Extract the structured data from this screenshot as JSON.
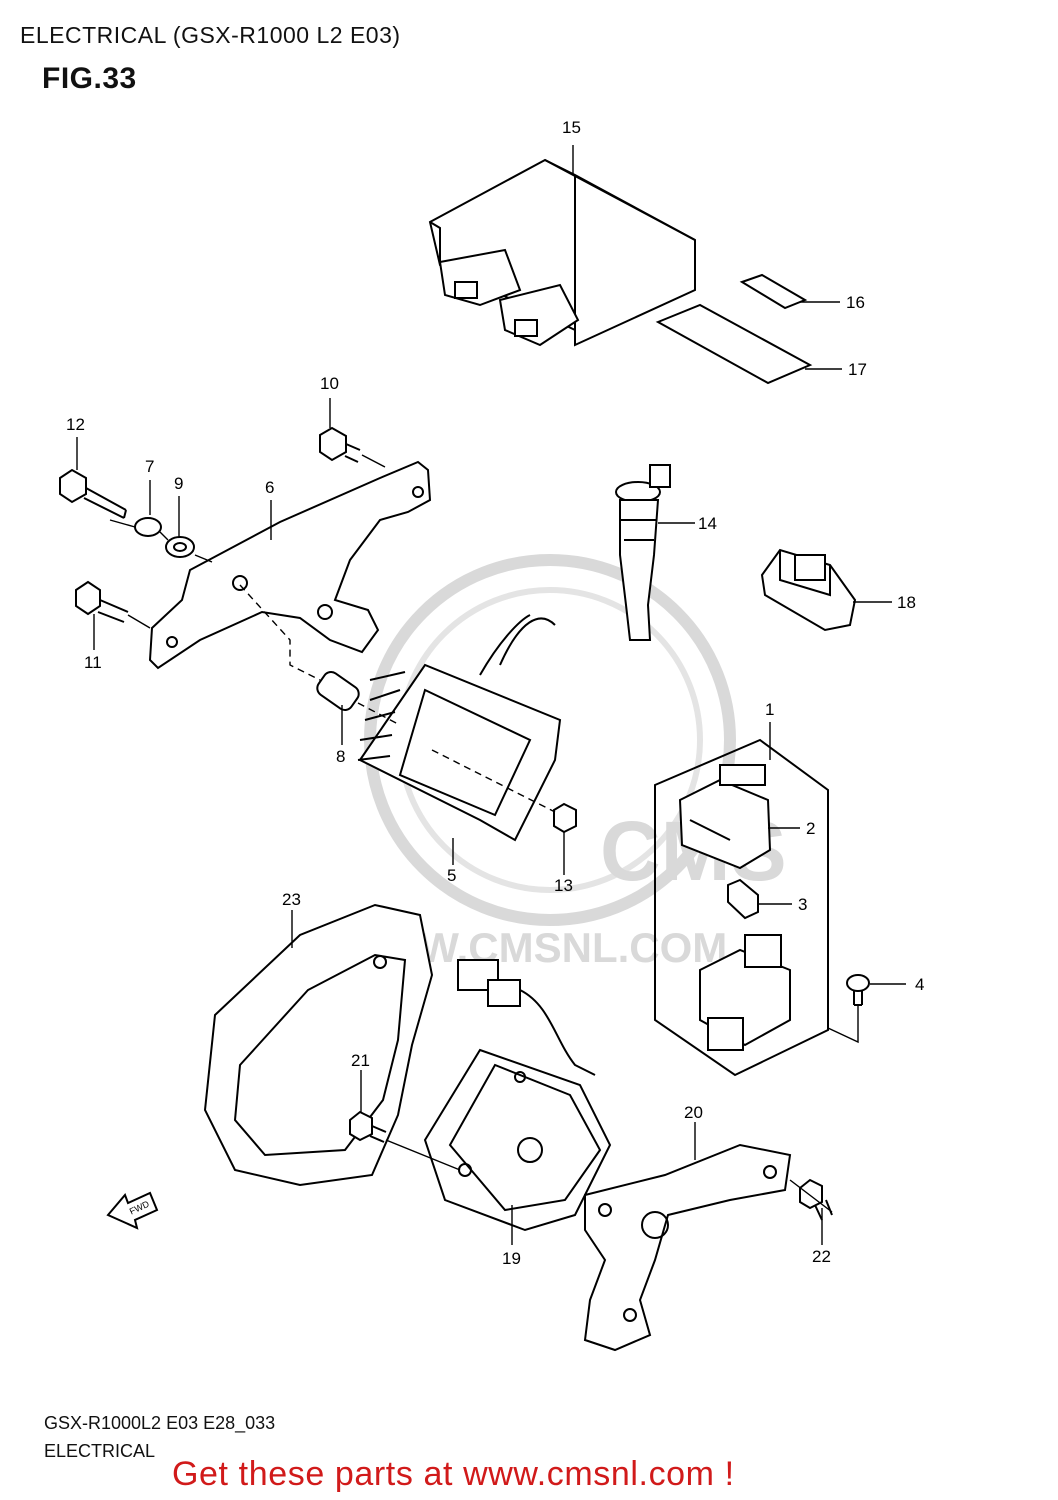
{
  "header": {
    "title": "ELECTRICAL (GSX-R1000 L2 E03)",
    "figure": "FIG.33"
  },
  "footer": {
    "code": "GSX-R1000L2 E03 E28_033",
    "section": "ELECTRICAL",
    "call_to_action": "Get these parts at www.cmsnl.com !"
  },
  "watermark": {
    "logo_text": "CMS",
    "url_text": "WWW.CMSNL.COM",
    "color": "#d9d9d9"
  },
  "arrow_label": "FWD",
  "callouts": {
    "c1": "1",
    "c2": "2",
    "c3": "3",
    "c4": "4",
    "c5": "5",
    "c6": "6",
    "c7": "7",
    "c8": "8",
    "c9": "9",
    "c10": "10",
    "c11": "11",
    "c12": "12",
    "c13": "13",
    "c14": "14",
    "c15": "15",
    "c16": "16",
    "c17": "17",
    "c18": "18",
    "c19": "19",
    "c20": "20",
    "c21": "21",
    "c22": "22",
    "c23": "23"
  },
  "colors": {
    "line": "#000000",
    "cta": "#d11a1a",
    "background": "#ffffff"
  }
}
